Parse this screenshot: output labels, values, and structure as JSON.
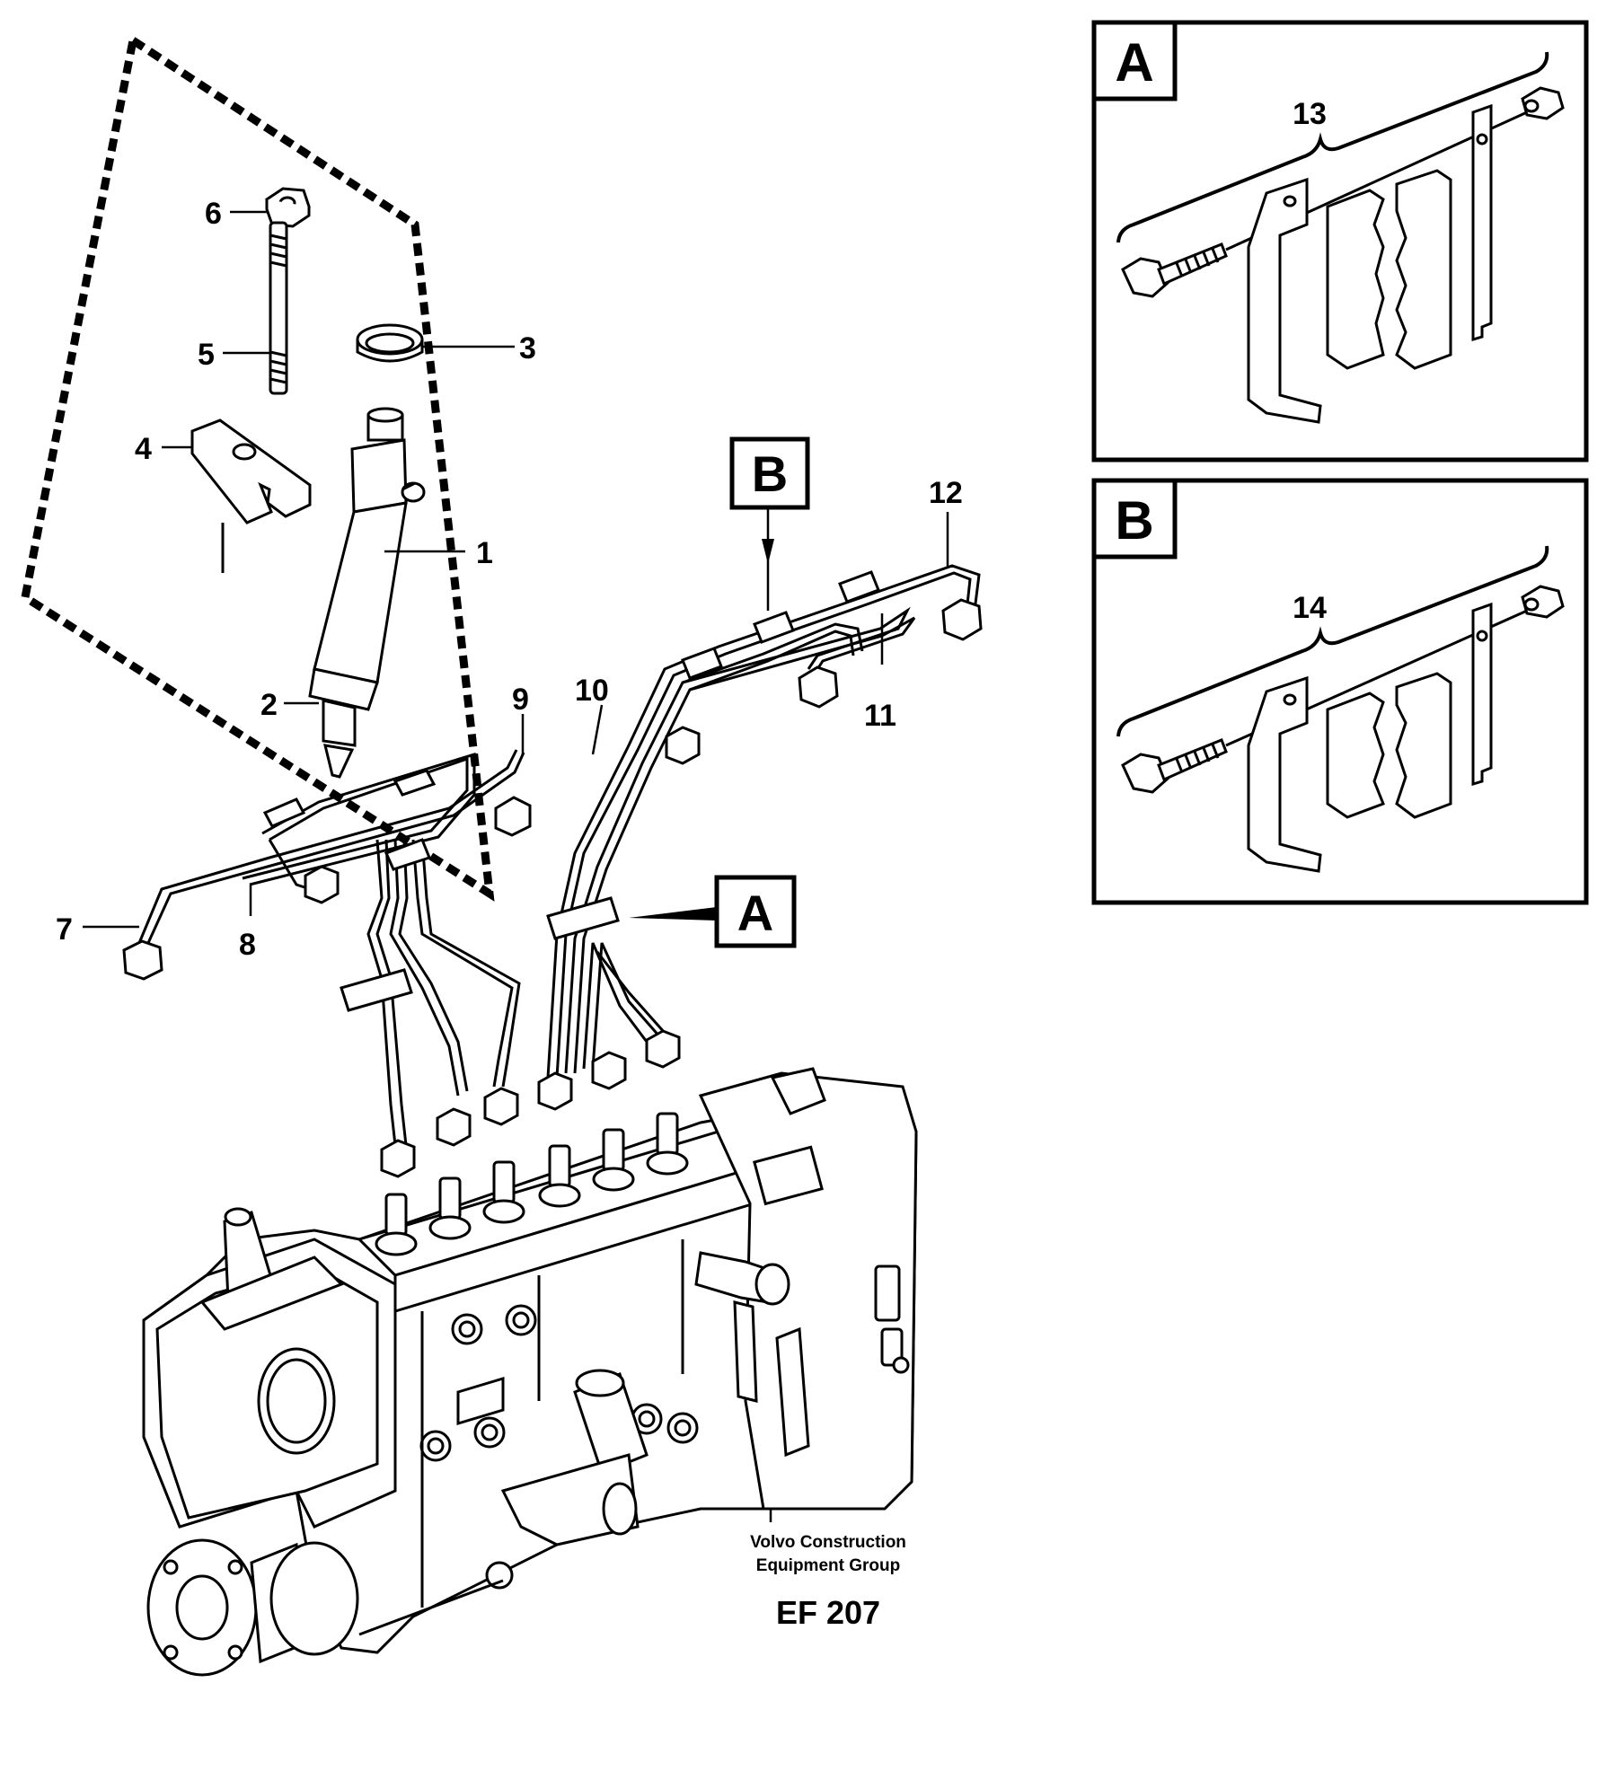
{
  "callouts": {
    "n1": "1",
    "n2": "2",
    "n3": "3",
    "n4": "4",
    "n5": "5",
    "n6": "6",
    "n7": "7",
    "n8": "8",
    "n9": "9",
    "n10": "10",
    "n11": "11",
    "n12": "12",
    "n13": "13",
    "n14": "14"
  },
  "views": {
    "a_letter": "A",
    "b_letter": "B"
  },
  "footer": {
    "company_line1": "Volvo Construction",
    "company_line2": "Equipment Group",
    "code": "EF 207"
  }
}
